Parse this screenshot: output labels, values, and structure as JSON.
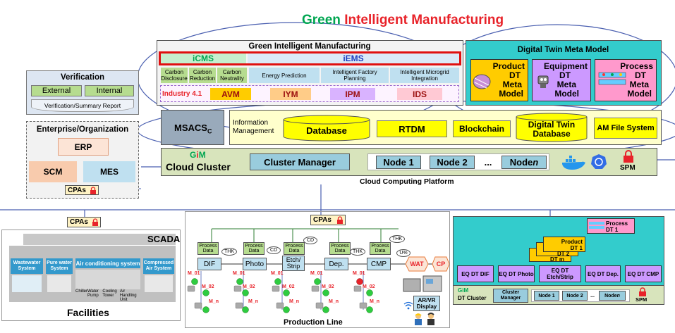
{
  "title": {
    "green": "Green",
    "red": "Intelligent Manufacturing"
  },
  "gim_box": {
    "title": "Green Intelligent Manufacturing",
    "icms": "iCMS",
    "iems": "iEMS",
    "icms_items": [
      "Carbon Disclosure",
      "Carbon Reduction",
      "Carbon Neutrality"
    ],
    "iems_items": [
      "Energy Prediction",
      "Intelligent Factory Planning",
      "Intelligent Microgrid Integration"
    ],
    "industry": "Industry 4.1",
    "i41_items": [
      "AVM",
      "IYM",
      "IPM",
      "IDS"
    ]
  },
  "dt_meta": {
    "title": "Digital Twin Meta Model",
    "models": [
      {
        "l1": "Product",
        "l2": "DT",
        "l3": "Meta",
        "l4": "Model"
      },
      {
        "l1": "Equipment",
        "l2": "DT",
        "l3": "Meta",
        "l4": "Model"
      },
      {
        "l1": "Process",
        "l2": "DT",
        "l3": "Meta",
        "l4": "Model"
      }
    ]
  },
  "verification": {
    "title": "Verification",
    "external": "External",
    "internal": "Internal",
    "report": "Verification/Summary Report"
  },
  "enterprise": {
    "title": "Enterprise/Organization",
    "erp": "ERP",
    "scm": "SCM",
    "mes": "MES",
    "cpas": "CPAs"
  },
  "msacs": {
    "main": "MSACS",
    "sub": "C"
  },
  "info_mgmt": {
    "label_1": "Information",
    "label_2": "Management",
    "items": [
      "Database",
      "RTDM",
      "Blockchain",
      "Digital Twin Database",
      "AM File System"
    ]
  },
  "cloud": {
    "gim_g": "G",
    "gim_i": "i",
    "gim_m": "M",
    "title": "Cloud Cluster",
    "manager": "Cluster Manager",
    "nodes": [
      "Node 1",
      "Node 2",
      "...",
      "Node n"
    ],
    "spm": "SPM",
    "platform": "Cloud Computing Platform"
  },
  "cpas_label": "CPAs",
  "scada": {
    "title": "SCADA",
    "systems": [
      "Wastewater System",
      "Pure water System",
      "Air conditioning system",
      "Compressed Air System"
    ],
    "ac_sub": [
      "Chiller",
      "Water Pump",
      "Cooling Tower",
      "Air Handling Unit"
    ],
    "facilities": "Facilities"
  },
  "production": {
    "stages": [
      "DIF",
      "Photo",
      "Etch/ Strip",
      "Dep.",
      "CMP"
    ],
    "process_data": "Process Data",
    "thk": "THK",
    "cd": "CD",
    "u": "U%",
    "wat": "WAT",
    "cp": "CP",
    "m_labels": [
      "M_01",
      "M_02",
      "M_n"
    ],
    "arvr": "AR/VR Display",
    "label": "Production Line"
  },
  "right_panel": {
    "process_dt": "Process DT 1",
    "product_dt": [
      "Product DT 1",
      "DT 2",
      "DT m"
    ],
    "eq_dts": [
      "EQ DT DIF",
      "EQ DT Photo",
      "EQ DT Etch/Strip",
      "EQ DT Dep.",
      "EQ DT CMP"
    ],
    "cluster_gim": "GiM",
    "cluster": "DT Cluster",
    "manager": "Cluster Manager",
    "nodes": [
      "Node 1",
      "Node 2",
      "...",
      "Node n"
    ],
    "spm": "SPM"
  },
  "colors": {
    "green": "#00a651",
    "red": "#e8232a",
    "yellow": "#ffff00",
    "cyan": "#33cccc",
    "teal_panel": "#66d9d9",
    "light_blue": "#bfe0f0",
    "violet": "#cc99ff",
    "pink": "#ffccdd",
    "olive": "#d8e4bc"
  }
}
